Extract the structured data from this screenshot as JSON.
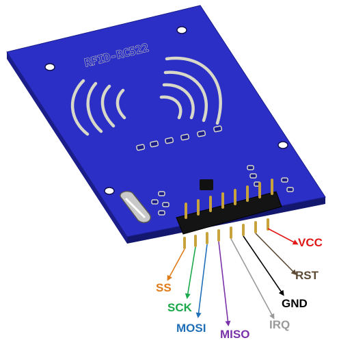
{
  "board": {
    "silkscreen_text": "RFID-RC522",
    "pcb_color": "#2b2fc6",
    "pcb_edge_color": "#1a1d8a"
  },
  "pins": [
    {
      "key": "ss",
      "label": "SS",
      "color": "#e07b1a"
    },
    {
      "key": "sck",
      "label": "SCK",
      "color": "#1aa84a"
    },
    {
      "key": "mosi",
      "label": "MOSI",
      "color": "#1f6fb8"
    },
    {
      "key": "miso",
      "label": "MISO",
      "color": "#7a32a8"
    },
    {
      "key": "irq",
      "label": "IRQ",
      "color": "#9a9a9a"
    },
    {
      "key": "gnd",
      "label": "GND",
      "color": "#000000"
    },
    {
      "key": "rst",
      "label": "RST",
      "color": "#5c4a34"
    },
    {
      "key": "vcc",
      "label": "VCC",
      "color": "#e01818"
    }
  ]
}
